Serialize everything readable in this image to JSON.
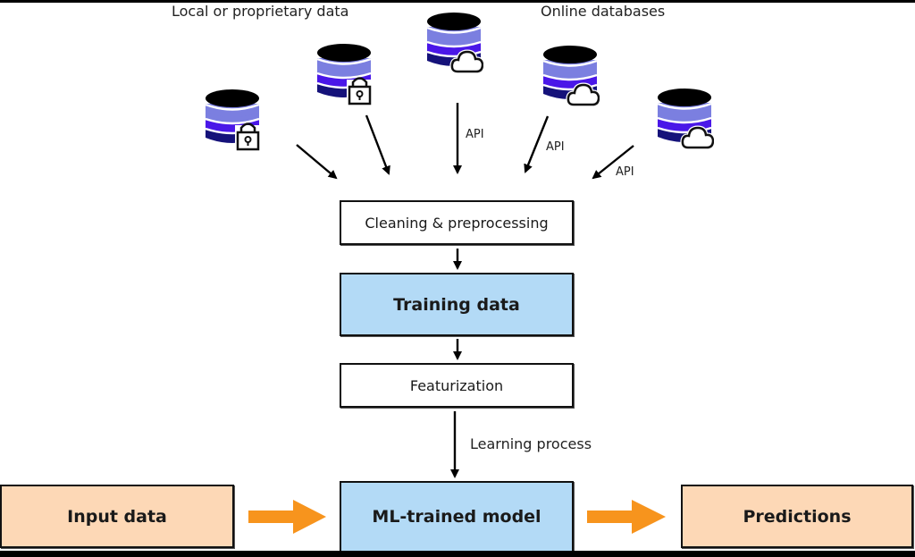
{
  "labels": {
    "local_group": "Local or proprietary data",
    "online_group": "Online databases",
    "api": "API",
    "learning_process": "Learning process"
  },
  "boxes": {
    "cleaning": "Cleaning & preprocessing",
    "training": "Training data",
    "featurization": "Featurization",
    "model": "ML-trained model",
    "input": "Input data",
    "predictions": "Predictions"
  },
  "databases": [
    {
      "name": "local-db-1",
      "badge": "lock-icon"
    },
    {
      "name": "local-db-2",
      "badge": "lock-icon"
    },
    {
      "name": "online-db-1",
      "badge": "cloud-icon"
    },
    {
      "name": "online-db-2",
      "badge": "cloud-icon"
    },
    {
      "name": "online-db-3",
      "badge": "cloud-icon"
    }
  ],
  "colors": {
    "db_top": "#000000",
    "db_band1": "#7b7fe0",
    "db_band2": "#4a17e8",
    "db_band3": "#15127a",
    "process_box_fill": "#ffffff",
    "highlight_fill": "#b3daf6",
    "io_fill": "#fdd8b6",
    "io_arrow": "#f7941d"
  }
}
